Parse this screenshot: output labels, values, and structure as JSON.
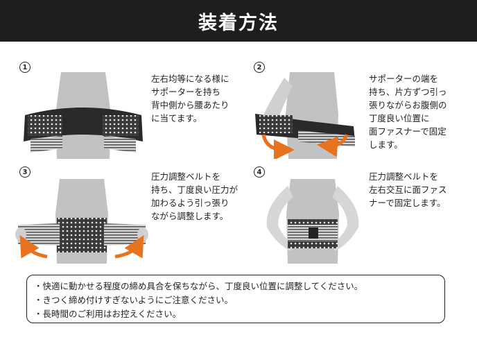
{
  "header": {
    "title": "装着方法"
  },
  "steps": [
    {
      "number": "1",
      "text": "左右均等になる様に\nサポーターを持ち\n背中側から腰あたり\nに当てます。"
    },
    {
      "number": "2",
      "text": "サポーターの端を\n持ち、片方ずつ引っ\n張りながらお腹側の\n丁度良い位置に\n面ファスナーで固定\nします。"
    },
    {
      "number": "3",
      "text": "圧力調整ベルトを\n持ち、丁度良い圧力が\n加わるよう引っ張り\nながら調整します。"
    },
    {
      "number": "4",
      "text": "圧力調整ベルトを\n左右交互に面ファス\nナーで固定します。"
    }
  ],
  "notes": [
    "快適に動かせる程度の締め具合を保ちながら、丁度良い位置に調整してください。",
    "きつく締め付けすぎないようにご注意ください。",
    "長時間のご利用はお控えください。"
  ],
  "colors": {
    "header_bg": "#1e1e1e",
    "arrow": "#e8731f",
    "body": "#bdbdbd",
    "belt": "#2a2a2a"
  }
}
